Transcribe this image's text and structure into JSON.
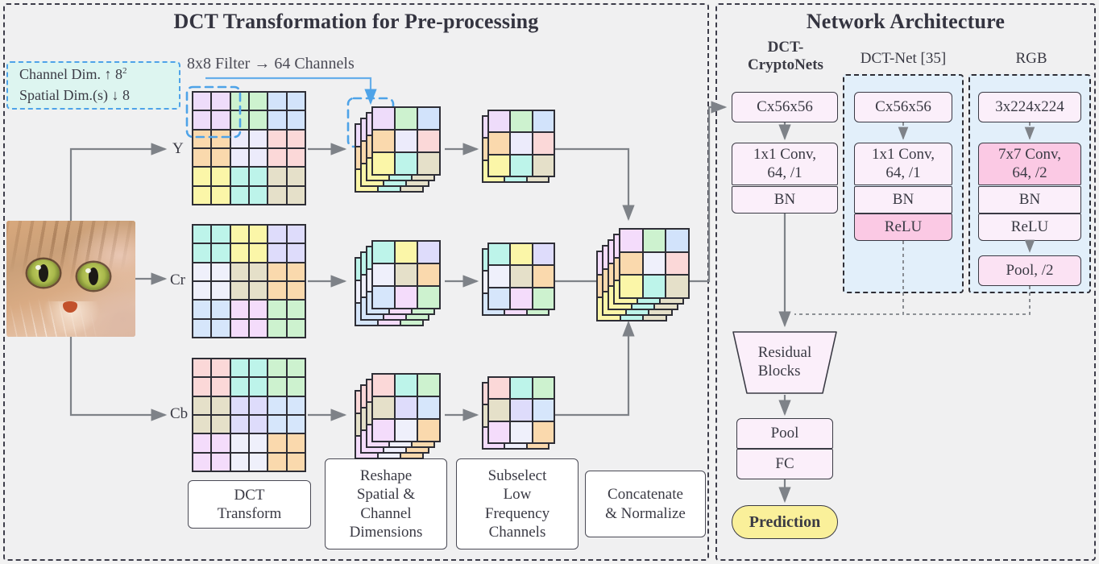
{
  "left_panel": {
    "title": "DCT Transformation for Pre-processing",
    "legend": {
      "line1_text": "Channel Dim. ↑ 8",
      "line1_sup": "2",
      "line2_text": "Spatial Dim.(s) ↓ 8",
      "bg_color": "#ddf5f0",
      "border_color": "#4ea3e8"
    },
    "filter_note": "8x8 Filter → 64 Channels",
    "channels": [
      "Y",
      "Cr",
      "Cb"
    ],
    "captions": [
      "DCT\nTransform",
      "Reshape\nSpatial &\nChannel\nDimensions",
      "Subselect\nLow\nFrequency\nChannels",
      "Concatenate\n& Normalize"
    ],
    "grid_colors": {
      "Y": [
        "#eedcfa",
        "#cdf2cf",
        "#d2e3fb",
        "#fad9ad",
        "#ecebfb",
        "#fbd8d8",
        "#fbf6a8",
        "#bdf4ea",
        "#e5e0c9"
      ],
      "Cr": [
        "#bdf4ea",
        "#fbf6a8",
        "#dedcfb",
        "#eff0fb",
        "#e5e0c9",
        "#fad9ad",
        "#d6e6fb",
        "#f4dcfb",
        "#cdf2cf"
      ],
      "Cb": [
        "#fbd8d8",
        "#bdf4ea",
        "#cdf2cf",
        "#e5e0c9",
        "#dedcfb",
        "#d6e6fb",
        "#f4dcfb",
        "#eff0fb",
        "#fad9ad"
      ]
    },
    "concat_colors": [
      "#f4dcfb",
      "#cdf2cf",
      "#d2e3fb",
      "#fad9ad",
      "#eff0fb",
      "#fbd8d8",
      "#fbf6a8",
      "#bdf4ea",
      "#e5e0c9"
    ]
  },
  "right_panel": {
    "title": "Network Architecture",
    "columns": [
      {
        "name": "DCT-\nCryptoNets",
        "bold": true,
        "boxed": false,
        "blocks": [
          {
            "label": "Cx56x56",
            "tone": "lite"
          },
          {
            "label": "1x1 Conv,\n64, /1",
            "tone": "lite"
          },
          {
            "label": "BN",
            "tone": "lite"
          }
        ]
      },
      {
        "name": "DCT-Net [35]",
        "bold": false,
        "boxed": true,
        "blocks": [
          {
            "label": "Cx56x56",
            "tone": "lite"
          },
          {
            "label": "1x1 Conv,\n64, /1",
            "tone": "lite"
          },
          {
            "label": "BN",
            "tone": "lite"
          },
          {
            "label": "ReLU",
            "tone": "hot"
          }
        ]
      },
      {
        "name": "RGB",
        "bold": false,
        "boxed": true,
        "blocks": [
          {
            "label": "3x224x224",
            "tone": "lite"
          },
          {
            "label": "7x7 Conv,\n64, /2",
            "tone": "hot"
          },
          {
            "label": "BN",
            "tone": "lite"
          },
          {
            "label": "ReLU",
            "tone": "lite"
          },
          {
            "label": "Pool, /2",
            "tone": "mid"
          }
        ]
      }
    ],
    "tail": {
      "residual": "Residual\nBlocks",
      "pool": "Pool",
      "fc": "FC",
      "prediction": "Prediction",
      "prediction_color": "#faf09a"
    }
  }
}
